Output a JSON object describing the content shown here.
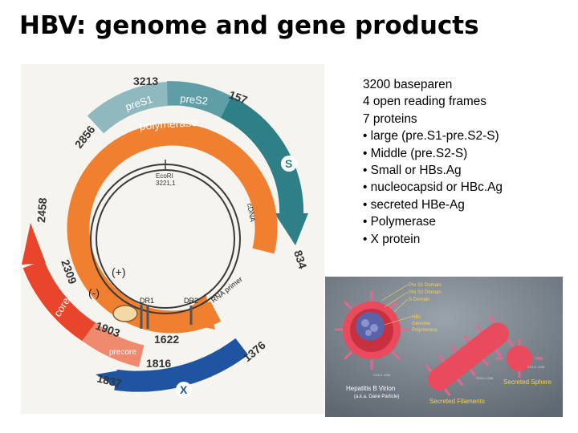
{
  "title": "HBV: genome and gene products",
  "facts": [
    "3200 baseparen",
    "4 open reading frames",
    "7 proteins",
    "• large (pre.S1-pre.S2-S)",
    "• Middle (pre.S2-S)",
    "• Small or HBs.Ag",
    "• nucleocapsid or HBc.Ag",
    "• secreted HBe-Ag",
    "• Polymerase",
    "• X protein"
  ],
  "genome_map": {
    "positions": {
      "p3213": "3213",
      "p157": "157",
      "p2856": "2856",
      "p2458": "2458",
      "p2309": "2309",
      "p834": "834",
      "p1903": "1903",
      "p1622": "1622",
      "p1816": "1816",
      "p1376": "1376",
      "p1837": "1837"
    },
    "orfs": {
      "pres1": "preS1",
      "pres2": "preS2",
      "polymerase": "polymerase",
      "s": "S",
      "core": "core",
      "precore": "precore",
      "x": "X"
    },
    "inner": {
      "ecori": "EcoRI",
      "ecori_pos": "3221,1",
      "cdna": "cDNA",
      "plus": "(+)",
      "minus": "(-)",
      "dr1": "DR1",
      "dr2": "DR2",
      "rna_primer": "RNA primer"
    },
    "colors": {
      "polymerase": "#f07f30",
      "pres1": "#8fb8bf",
      "pres2": "#5f9ea6",
      "s": "#2f7f87",
      "core": "#e8452c",
      "precore": "#f08a6e",
      "x": "#1f55a0"
    }
  },
  "virion": {
    "labels": {
      "pres1_domain": "Pre S1 Domain",
      "pres2_domain": "Pre S2 Domain",
      "s_domain": "S Domain",
      "hbc": "HBc",
      "genome": "Genome",
      "polymerase": "Polymerase",
      "hep_b_virion": "Hepatitis B Virion",
      "dane_particle": "(a.k.a. Dane Particle)",
      "secreted_filaments": "Secreted Filaments",
      "secreted_sphere": "Secreted Sphere",
      "credit": "©DLG 1998"
    }
  }
}
